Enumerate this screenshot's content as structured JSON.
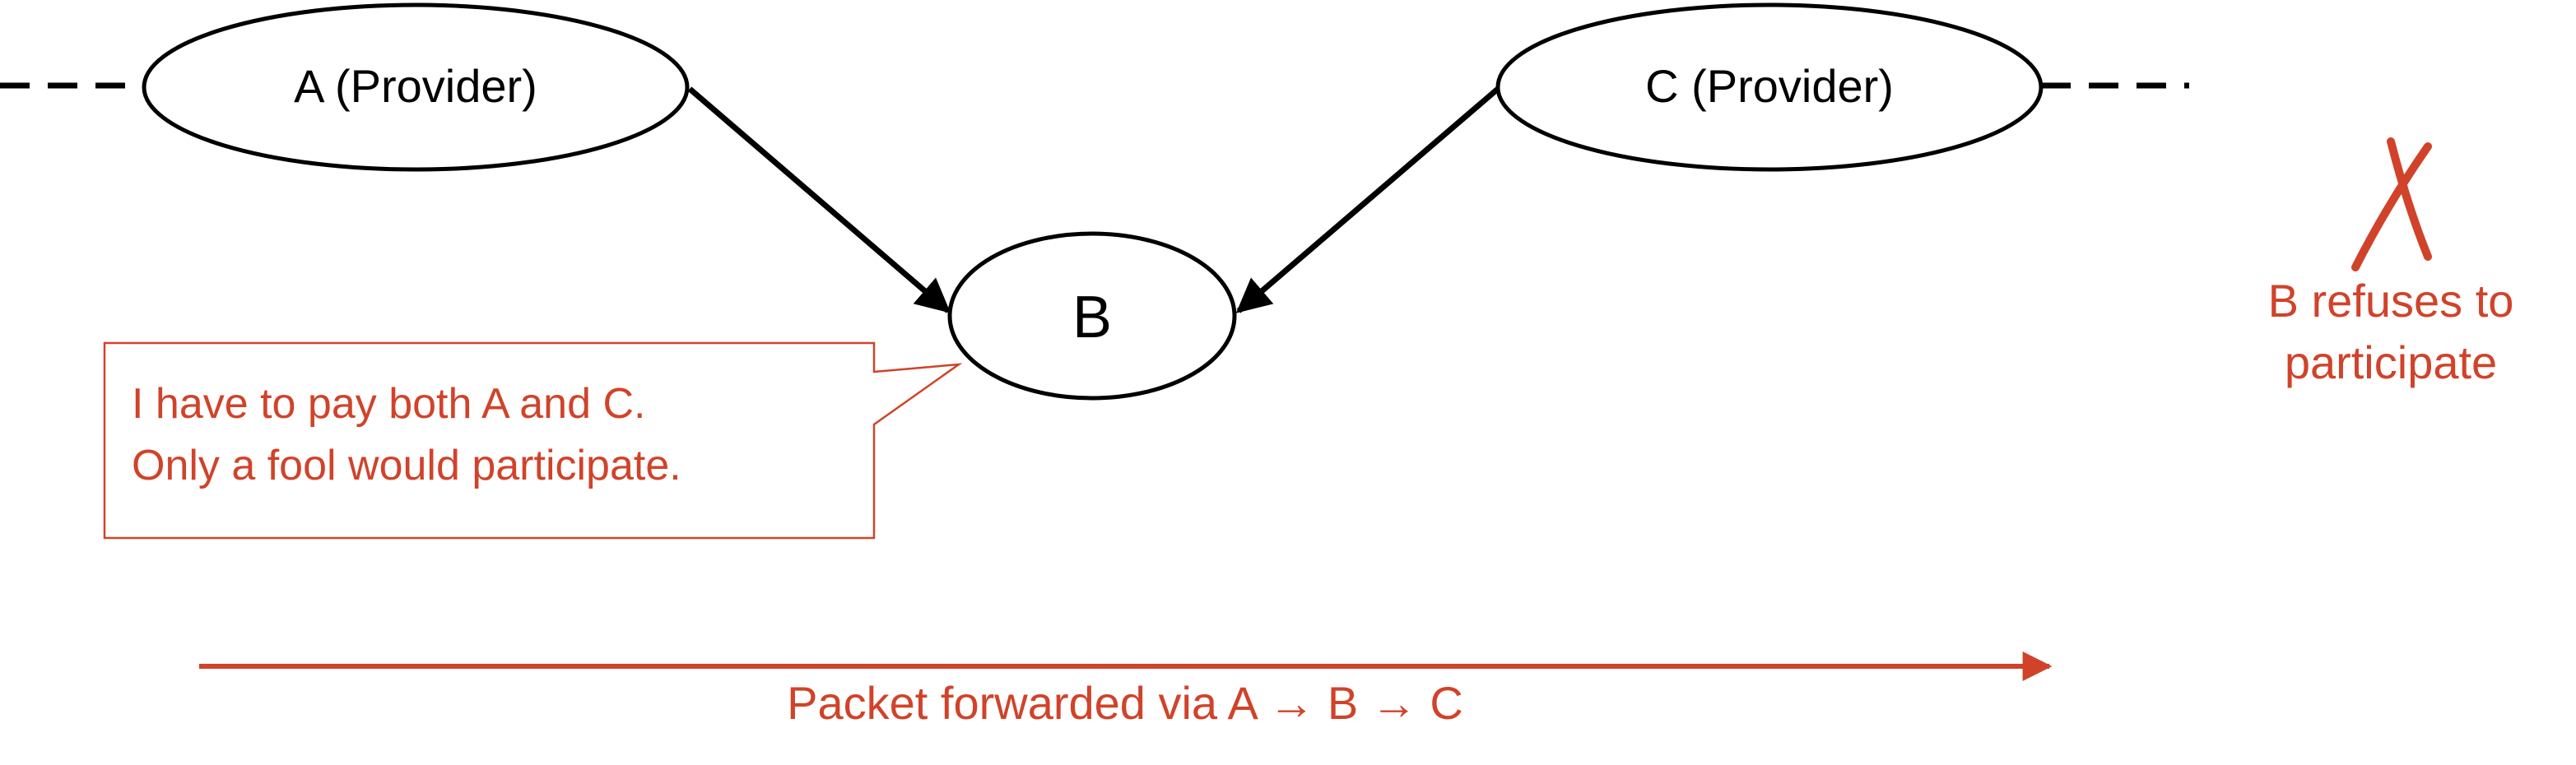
{
  "nodes": {
    "a": {
      "label": "A (Provider)"
    },
    "b": {
      "label": "B"
    },
    "c": {
      "label": "C (Provider)"
    }
  },
  "callout": {
    "line1": "I have to pay both A and C.",
    "line2": "Only a fool would participate."
  },
  "refusal": {
    "mark": "X",
    "line1": "B refuses to",
    "line2": "participate"
  },
  "packet_path": {
    "label": "Packet forwarded via A → B → C"
  },
  "colors": {
    "accent": "#d0432a",
    "line": "#000000",
    "background": "#ffffff"
  }
}
